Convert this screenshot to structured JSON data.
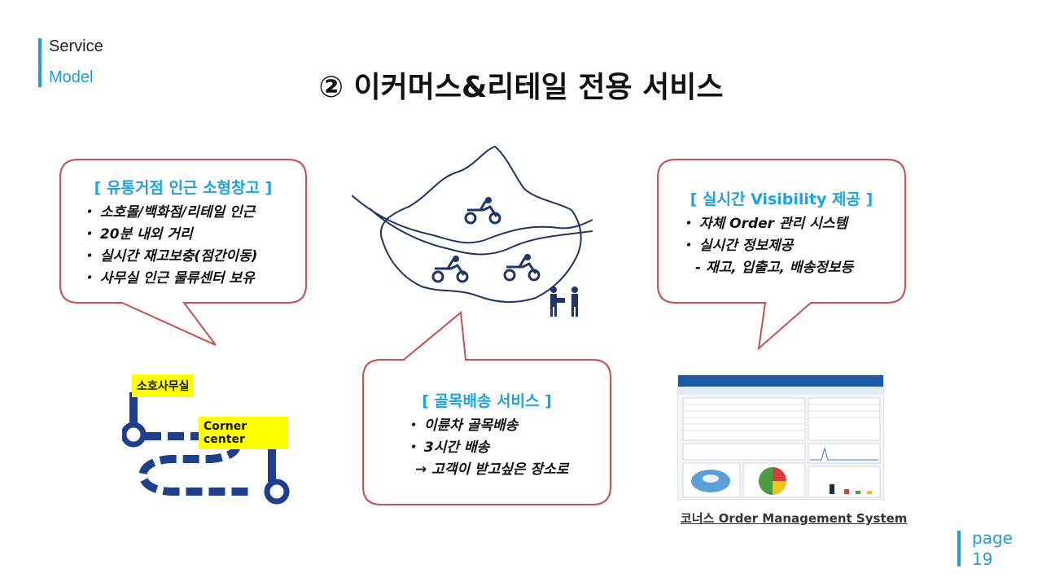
{
  "header": {
    "tag_line1": "Service",
    "tag_line2": "Model",
    "title": "② 이커머스&리테일 전용 서비스"
  },
  "left_bubble": {
    "heading": "[ 유통거점 인근 소형창고 ]",
    "bullets": [
      "・ 소호몰/백화점/리테일 인근",
      "・ 20분 내외 거리",
      "・ 실시간 재고보충(점간이동)",
      "・ 사무실 인근 물류센터 보유"
    ]
  },
  "center_bubble": {
    "heading": "[ 골목배송 서비스 ]",
    "bullets": [
      "・ 이륜차 골목배송",
      "・ 3시간 배송",
      "→ 고객이 받고싶은 장소로"
    ]
  },
  "right_bubble": {
    "heading": "[ 실시간 Visibility 제공 ]",
    "bullets": [
      "・ 자체 Order 관리 시스템",
      "・ 실시간 정보제공",
      "- 재고, 입출고, 배송정보등"
    ]
  },
  "route": {
    "start_label": "소호사무실",
    "end_label": "Corner center"
  },
  "oms_caption": "코너스 Order Management System",
  "page": {
    "label": "page",
    "number": "19"
  },
  "colors": {
    "accent_blue": "#1f9bd8",
    "heading_cyan": "#1aa3e0",
    "bubble_border": "#c9504c",
    "route_navy": "#1f3f8c",
    "map_navy": "#1f3566",
    "sticker_yellow": "#ffff00"
  },
  "icons": [
    "motorcycle-courier-icon",
    "handover-person-icon",
    "route-start-icon",
    "route-end-icon"
  ]
}
